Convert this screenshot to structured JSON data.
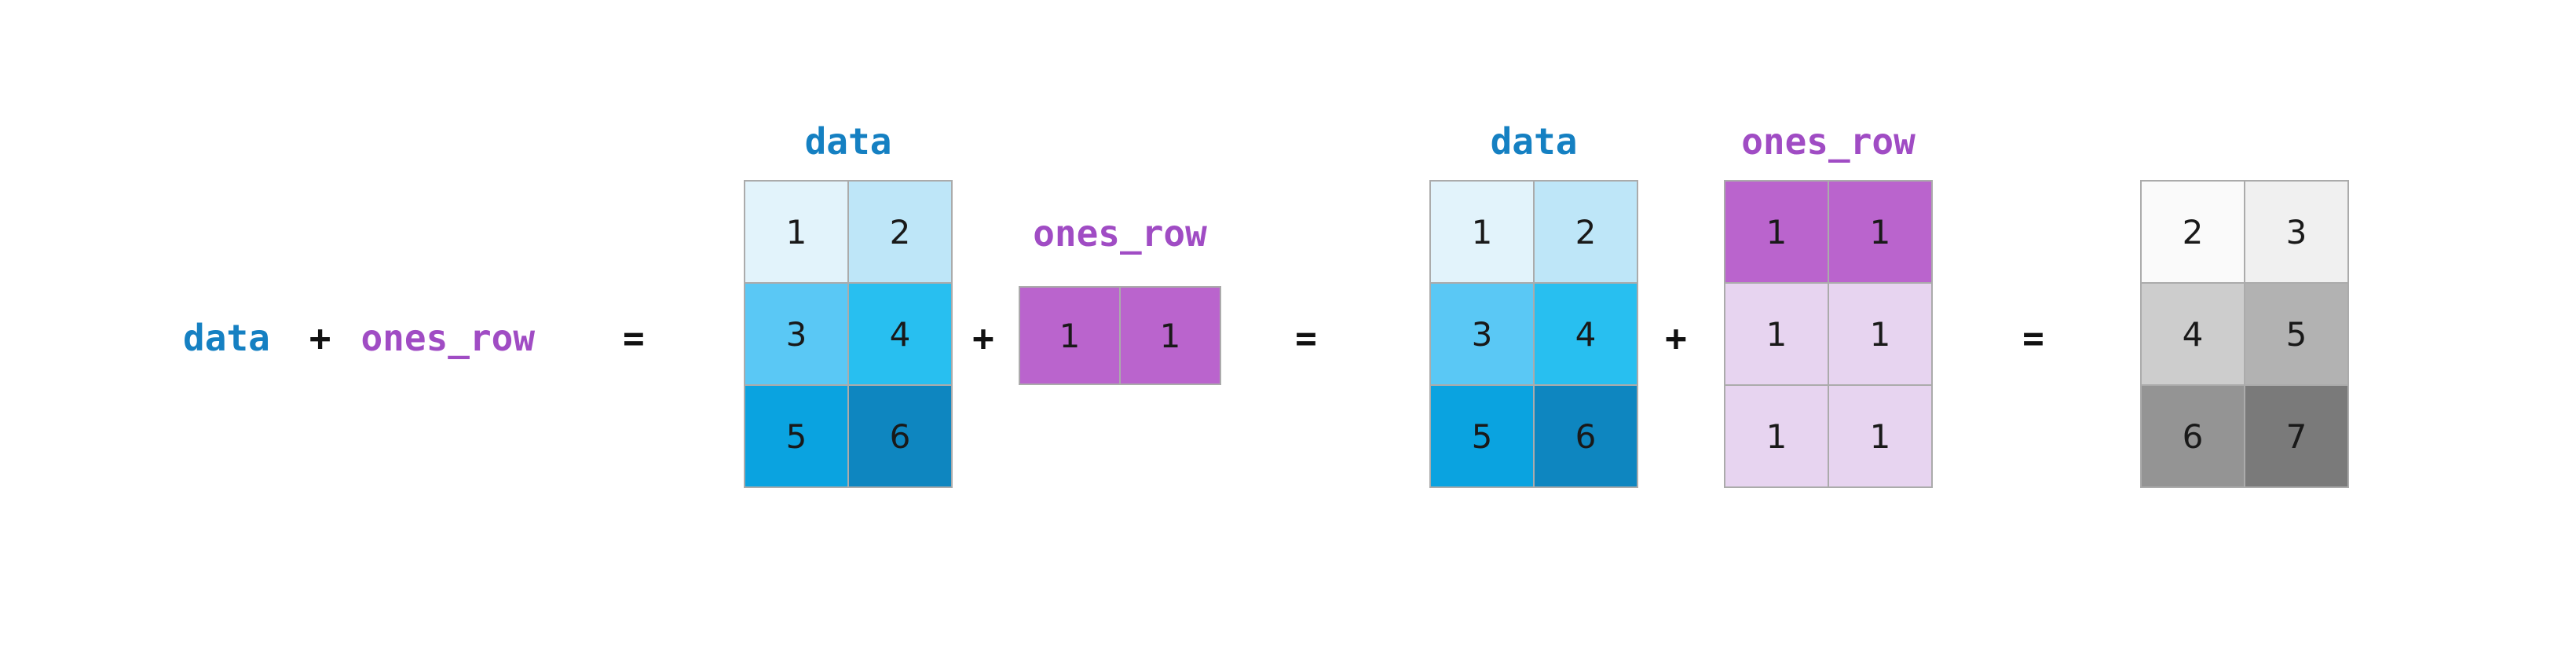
{
  "expression": {
    "data_label": "data",
    "plus": "+",
    "ones_row_label": "ones_row",
    "equals": "="
  },
  "operators": {
    "plus_1": "+",
    "equals_2": "=",
    "plus_2": "+",
    "equals_3": "="
  },
  "colors": {
    "data_label": "#1580c2",
    "ones_row_label": "#a04cc4",
    "operator": "#111111",
    "grid_line": "#ababab",
    "cell_text": "#191919"
  },
  "matrices": {
    "data_left": {
      "label": "data",
      "rows": [
        [
          "1",
          "2"
        ],
        [
          "3",
          "4"
        ],
        [
          "5",
          "6"
        ]
      ],
      "cell_colors": [
        [
          "#e2f3fb",
          "#bee6f8"
        ],
        [
          "#5ac8f5",
          "#28bff0"
        ],
        [
          "#0aa3e0",
          "#0e86c0"
        ]
      ]
    },
    "ones_row_small": {
      "label": "ones_row",
      "rows": [
        [
          "1",
          "1"
        ]
      ],
      "cell_colors": [
        [
          "#ba64cd",
          "#ba64cd"
        ]
      ]
    },
    "data_mid": {
      "label": "data",
      "rows": [
        [
          "1",
          "2"
        ],
        [
          "3",
          "4"
        ],
        [
          "5",
          "6"
        ]
      ],
      "cell_colors": [
        [
          "#e2f3fb",
          "#bee6f8"
        ],
        [
          "#5ac8f5",
          "#28bff0"
        ],
        [
          "#0aa3e0",
          "#0e86c0"
        ]
      ]
    },
    "ones_row_expanded": {
      "label": "ones_row",
      "rows": [
        [
          "1",
          "1"
        ],
        [
          "1",
          "1"
        ],
        [
          "1",
          "1"
        ]
      ],
      "cell_colors": [
        [
          "#ba64cd",
          "#ba64cd"
        ],
        [
          "#e7d4f0",
          "#e7d4f0"
        ],
        [
          "#e7d4f0",
          "#e7d4f0"
        ]
      ]
    },
    "result": {
      "rows": [
        [
          "2",
          "3"
        ],
        [
          "4",
          "5"
        ],
        [
          "6",
          "7"
        ]
      ],
      "cell_colors": [
        [
          "#fafafa",
          "#f0f0f0"
        ],
        [
          "#cdcdcd",
          "#b2b2b2"
        ],
        [
          "#949494",
          "#7a7a7a"
        ]
      ]
    }
  }
}
